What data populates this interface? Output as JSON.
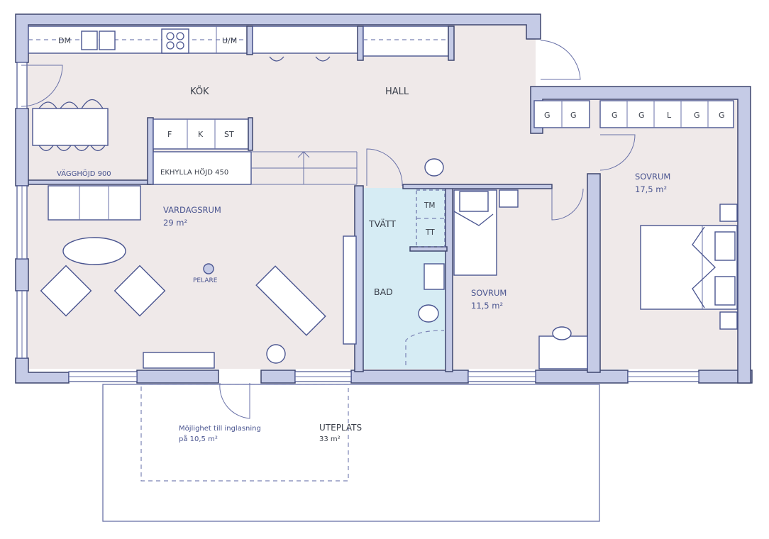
{
  "plan": {
    "colors": {
      "wall": "#c5cbe6",
      "wall_outline": "#3e466e",
      "floor": "#efe9e9",
      "bathroom_floor": "#d6ecf4",
      "line": "#4a5590"
    },
    "rooms": {
      "kitchen": {
        "name": "KÖK"
      },
      "hall": {
        "name": "HALL"
      },
      "living": {
        "name": "VARDAGSRUM",
        "area": "29 m²"
      },
      "laundry": {
        "name": "TVÄTT"
      },
      "bath": {
        "name": "BAD"
      },
      "bedroom_small": {
        "name": "SOVRUM",
        "area": "11,5 m²"
      },
      "bedroom_large": {
        "name": "SOVRUM",
        "area": "17,5 m²"
      },
      "patio": {
        "name": "UTEPLATS",
        "area": "33 m²",
        "note_line1": "Möjlighet till inglasning",
        "note_line2": "på 10,5 m²"
      }
    },
    "annotations": {
      "wall_height": "VÄGGHÖJD 900",
      "oak_shelf": "EKHYLLA HÖJD 450",
      "pillar": "PELARE"
    },
    "appliances": {
      "dishwasher": "DM",
      "microwave_oven": "U/M",
      "fridge": "F",
      "cooler": "K",
      "pantry": "ST",
      "dryer": "TM",
      "washer": "TT"
    },
    "wardrobes": {
      "hall": [
        "G",
        "G"
      ],
      "bedroom_large": [
        "G",
        "G",
        "L",
        "G",
        "G"
      ]
    }
  }
}
